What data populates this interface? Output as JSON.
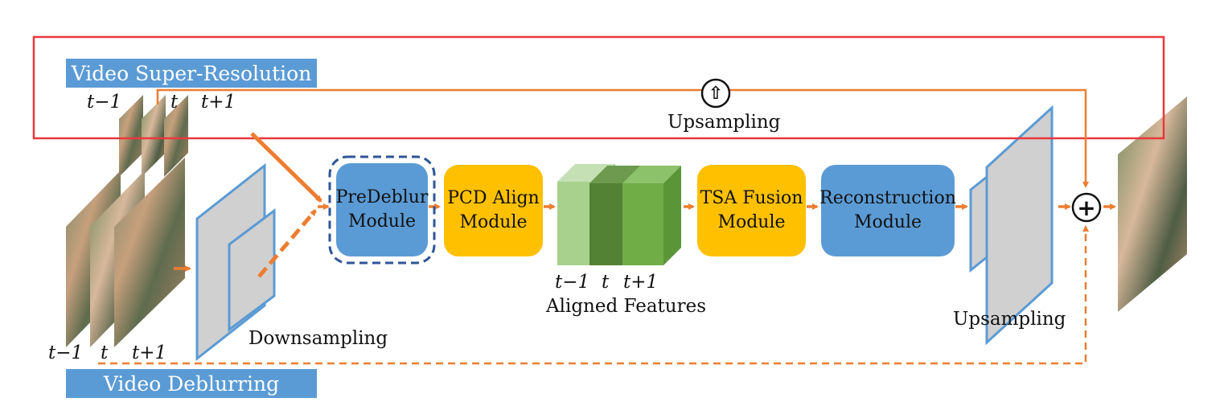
{
  "tags": {
    "super_resolution": "Video Super-Resolution",
    "deblurring": "Video Deblurring"
  },
  "modules": {
    "predeblur": [
      "PreDeblur",
      "Module"
    ],
    "pcd_align": [
      "PCD Align",
      "Module"
    ],
    "tsa_fusion": [
      "TSA Fusion",
      "Module"
    ],
    "reconstruction": [
      "Reconstruction",
      "Module"
    ]
  },
  "labels": {
    "downsampling": "Downsampling",
    "aligned_features": "Aligned Features",
    "upsampling_bottom": "Upsampling",
    "upsampling_top": "Upsampling",
    "upsample_symbol": "⇧",
    "add_symbol": "+"
  },
  "frames": {
    "sr": [
      "t−1",
      "t",
      "t+1"
    ],
    "deblur": [
      "t−1",
      "t",
      "t+1"
    ],
    "aligned": [
      "t−1",
      "t",
      "t+1"
    ]
  },
  "colors": {
    "arrow": "#ed7d31",
    "module_blue": "#5b9bd5",
    "module_gold": "#ffc000",
    "feature_light": "#a9d18e",
    "feature_dark": "#548235",
    "feature_mid": "#70ad47",
    "highlight_box": "#e8383d"
  }
}
